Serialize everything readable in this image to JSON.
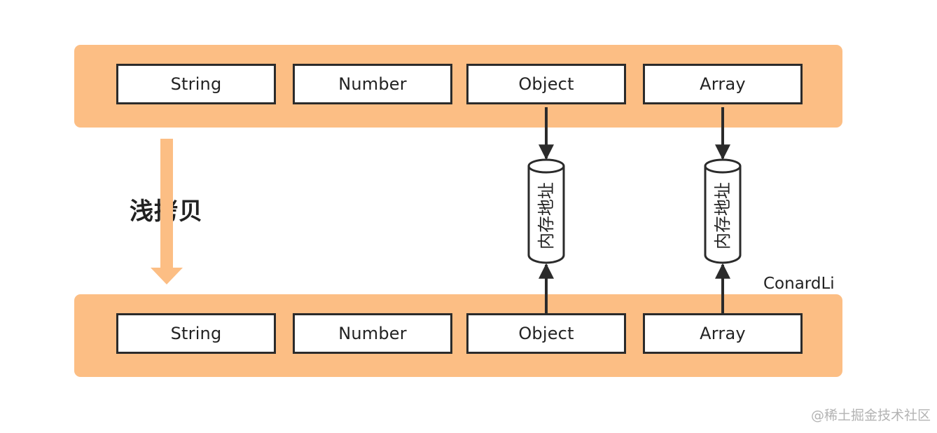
{
  "source_types": [
    "String",
    "Number",
    "Object",
    "Array"
  ],
  "copy_types": [
    "String",
    "Number",
    "Object",
    "Array"
  ],
  "copy_label": "浅拷贝",
  "memory_label": "内存地址",
  "author": "ConardLi",
  "watermark": "@稀土掘金技术社区",
  "colors": {
    "band": "#fcbe84",
    "copy_arrow": "#fcbe84",
    "border": "#2b2b2b"
  }
}
